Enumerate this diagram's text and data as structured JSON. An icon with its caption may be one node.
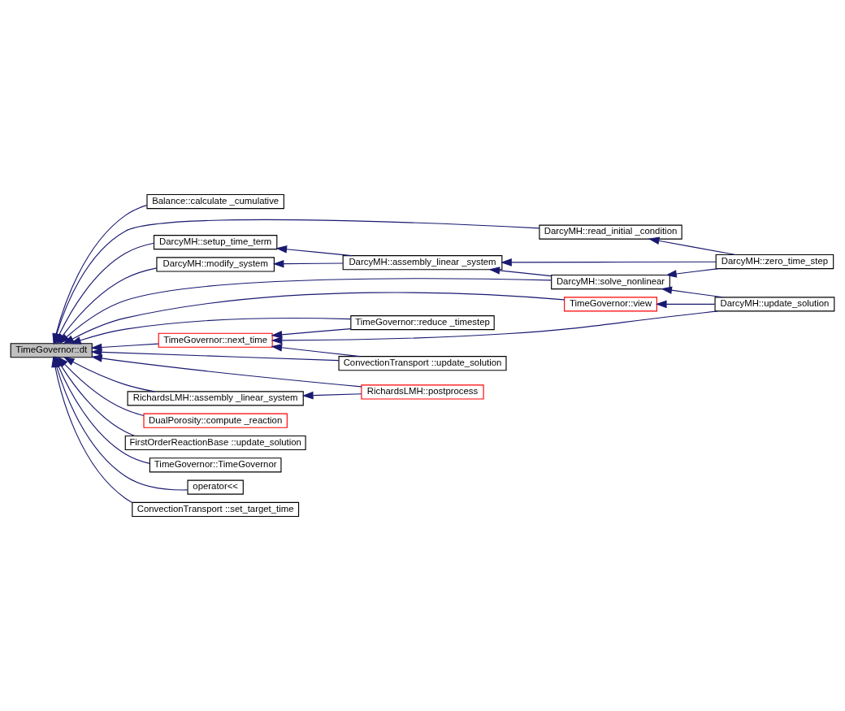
{
  "diagram": {
    "nodes": [
      {
        "text": [
          "TimeGovernor::dt"
        ]
      },
      {
        "text": [
          "Balance::calculate _cumulative"
        ]
      },
      {
        "text": [
          "DarcyMH::read_initial _condition"
        ]
      },
      {
        "text": [
          "DarcyMH::setup_time_term"
        ]
      },
      {
        "text": [
          "DarcyMH::assembly_linear _system"
        ]
      },
      {
        "text": [
          "DarcyMH::zero_time_step"
        ]
      },
      {
        "text": [
          "DarcyMH::modify_system"
        ]
      },
      {
        "text": [
          "DarcyMH::solve_nonlinear"
        ]
      },
      {
        "text": [
          "RichardsLMH::assembly _linear_system"
        ]
      },
      {
        "text": [
          "RichardsLMH::postprocess"
        ]
      },
      {
        "text": [
          "DualPorosity::compute _reaction"
        ]
      },
      {
        "text": [
          "FirstOrderReactionBase ::update_solution"
        ]
      },
      {
        "text": [
          "TimeGovernor::TimeGovernor"
        ]
      },
      {
        "text": [
          "TimeGovernor::view"
        ]
      },
      {
        "text": [
          "DarcyMH::update_solution"
        ]
      },
      {
        "text": [
          "TimeGovernor::reduce _timestep"
        ]
      },
      {
        "text": [
          "TimeGovernor::next_time"
        ]
      },
      {
        "text": [
          "ConvectionTransport ::update_solution"
        ]
      },
      {
        "text": [
          "operator<<"
        ]
      },
      {
        "text": [
          "ConvectionTransport ::set_target_time"
        ]
      }
    ],
    "edges": [
      {
        "from": 1,
        "to": 0,
        "arrow": "to"
      },
      {
        "from": 2,
        "to": 0,
        "arrow": "to"
      },
      {
        "from": 3,
        "to": 0,
        "arrow": "to"
      },
      {
        "from": 6,
        "to": 0,
        "arrow": "to"
      },
      {
        "from": 7,
        "to": 0,
        "arrow": "to"
      },
      {
        "from": 8,
        "to": 0,
        "arrow": "to"
      },
      {
        "from": 9,
        "to": 0,
        "arrow": "to"
      },
      {
        "from": 10,
        "to": 0,
        "arrow": "to"
      },
      {
        "from": 11,
        "to": 0,
        "arrow": "to"
      },
      {
        "from": 12,
        "to": 0,
        "arrow": "to"
      },
      {
        "from": 13,
        "to": 0,
        "arrow": "to"
      },
      {
        "from": 15,
        "to": 0,
        "arrow": "to"
      },
      {
        "from": 16,
        "to": 0,
        "arrow": "to"
      },
      {
        "from": 17,
        "to": 0,
        "arrow": "to"
      },
      {
        "from": 18,
        "to": 0,
        "arrow": "to"
      },
      {
        "from": 19,
        "to": 0,
        "arrow": "to"
      },
      {
        "from": 5,
        "to": 2,
        "arrow": "to"
      },
      {
        "from": 4,
        "to": 3,
        "arrow": "to"
      },
      {
        "from": 4,
        "to": 6,
        "arrow": "to"
      },
      {
        "from": 5,
        "to": 4,
        "arrow": "to"
      },
      {
        "from": 7,
        "to": 4,
        "arrow": "to"
      },
      {
        "from": 5,
        "to": 7,
        "arrow": "to"
      },
      {
        "from": 14,
        "to": 7,
        "arrow": "to"
      },
      {
        "from": 9,
        "to": 8,
        "arrow": "to"
      },
      {
        "from": 14,
        "to": 13,
        "arrow": "to"
      },
      {
        "from": 15,
        "to": 16,
        "arrow": "to"
      },
      {
        "from": 14,
        "to": 16,
        "arrow": "to"
      },
      {
        "from": 17,
        "to": 16,
        "arrow": "to"
      }
    ]
  }
}
